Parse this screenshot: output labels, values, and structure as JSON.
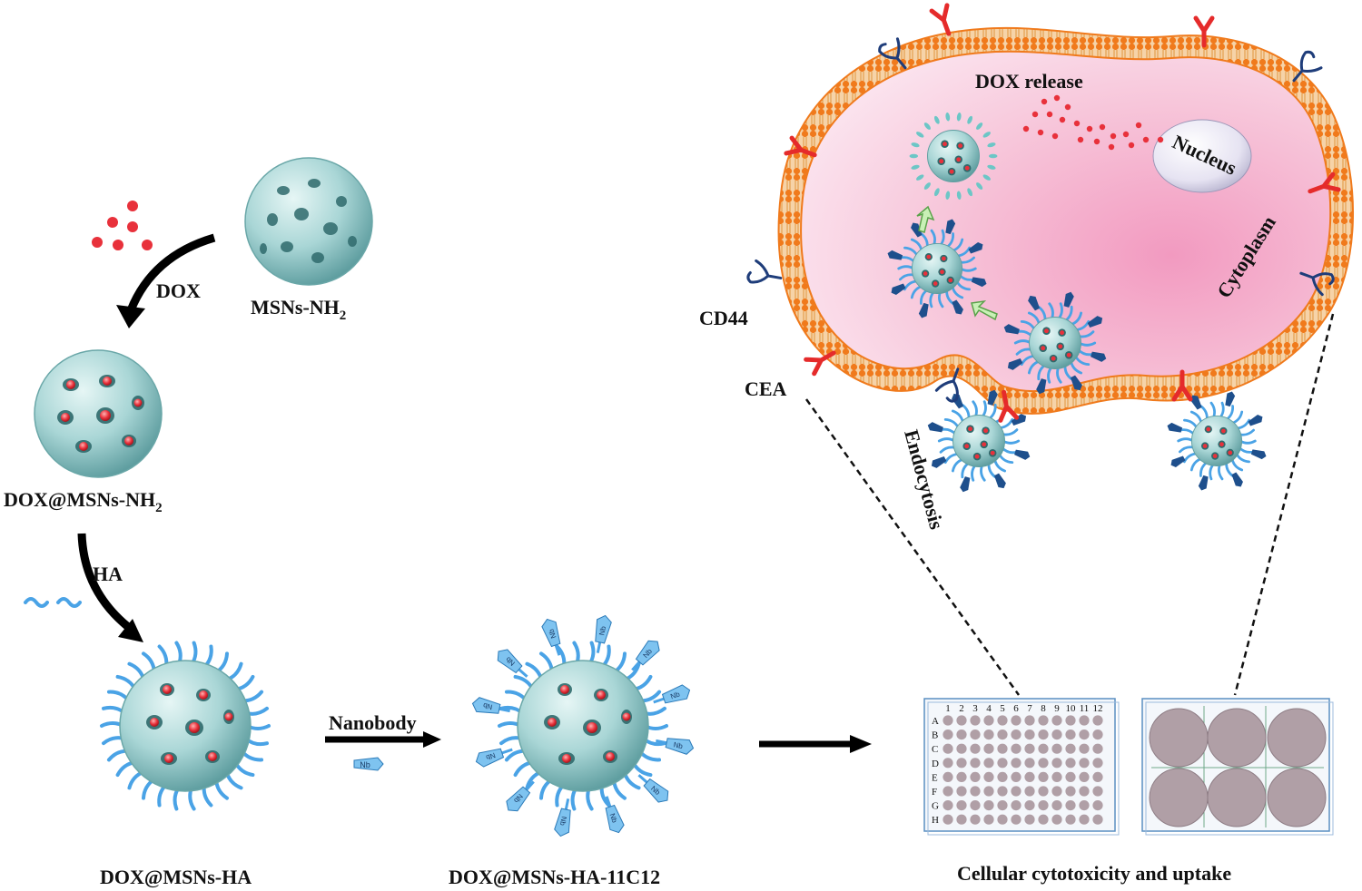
{
  "labels": {
    "dox": "DOX",
    "msns": "MSNs-NH",
    "msns_sub": "2",
    "dox_msns": "DOX@MSNs-NH",
    "dox_msns_sub": "2",
    "ha": "HA",
    "dox_msns_ha": "DOX@MSNs-HA",
    "nanobody": "Nanobody",
    "nb": "Nb",
    "dox_msns_ha_11c12": "DOX@MSNs-HA-11C12",
    "cellular": "Cellular cytotoxicity and uptake",
    "dox_release": "DOX release",
    "nucleus": "Nucleus",
    "cytoplasm": "Cytoplasm",
    "cd44": "CD44",
    "cea": "CEA",
    "endocytosis": "Endocytosis"
  },
  "plate96": {
    "columns": [
      "1",
      "2",
      "3",
      "4",
      "5",
      "6",
      "7",
      "8",
      "9",
      "10",
      "11",
      "12"
    ],
    "rows": [
      "A",
      "B",
      "C",
      "D",
      "E",
      "F",
      "G",
      "H"
    ]
  },
  "colors": {
    "particle": "#a9d6d6",
    "drug": "#e8313b",
    "ha_chain": "#4aa3e6",
    "membrane": "#f07a1c",
    "cytoplasm": "#f7c1d6",
    "receptor_cea": "#e52b2b",
    "receptor_cd44": "#1f3d7a",
    "well": "#b09fa6"
  }
}
